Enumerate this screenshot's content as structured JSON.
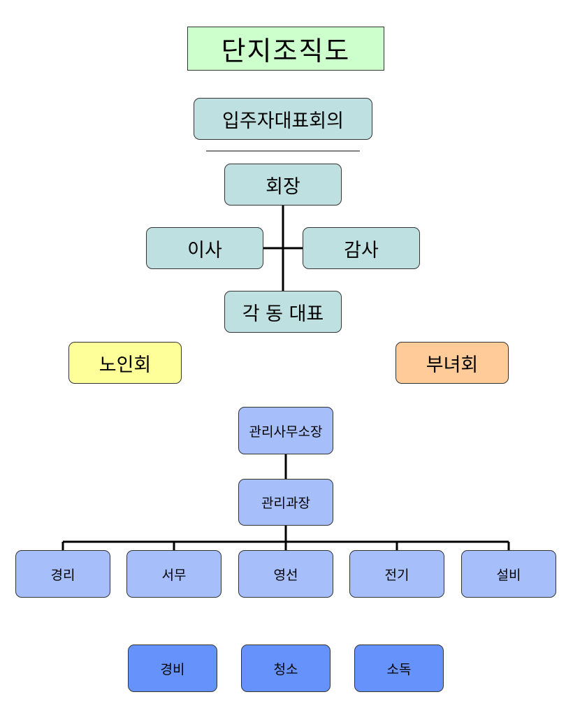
{
  "title": "단지조직도",
  "council": {
    "main": "입주자대표회의",
    "chairman": "회장",
    "director": "이사",
    "auditor": "감사",
    "dong_reps": "각 동 대표"
  },
  "groups": {
    "elderly": "노인회",
    "women": "부녀회"
  },
  "office": {
    "head": "관리사무소장",
    "manager": "관리과장",
    "depts": [
      "경리",
      "서무",
      "영선",
      "전기",
      "설비"
    ],
    "services": [
      "경비",
      "청소",
      "소독"
    ]
  },
  "colors": {
    "title_bg": "#ccffcc",
    "council_bg": "#bfe0e0",
    "elderly_bg": "#ffff99",
    "women_bg": "#ffcc99",
    "office_bg": "#a6bffb",
    "service_bg": "#6693fb"
  }
}
